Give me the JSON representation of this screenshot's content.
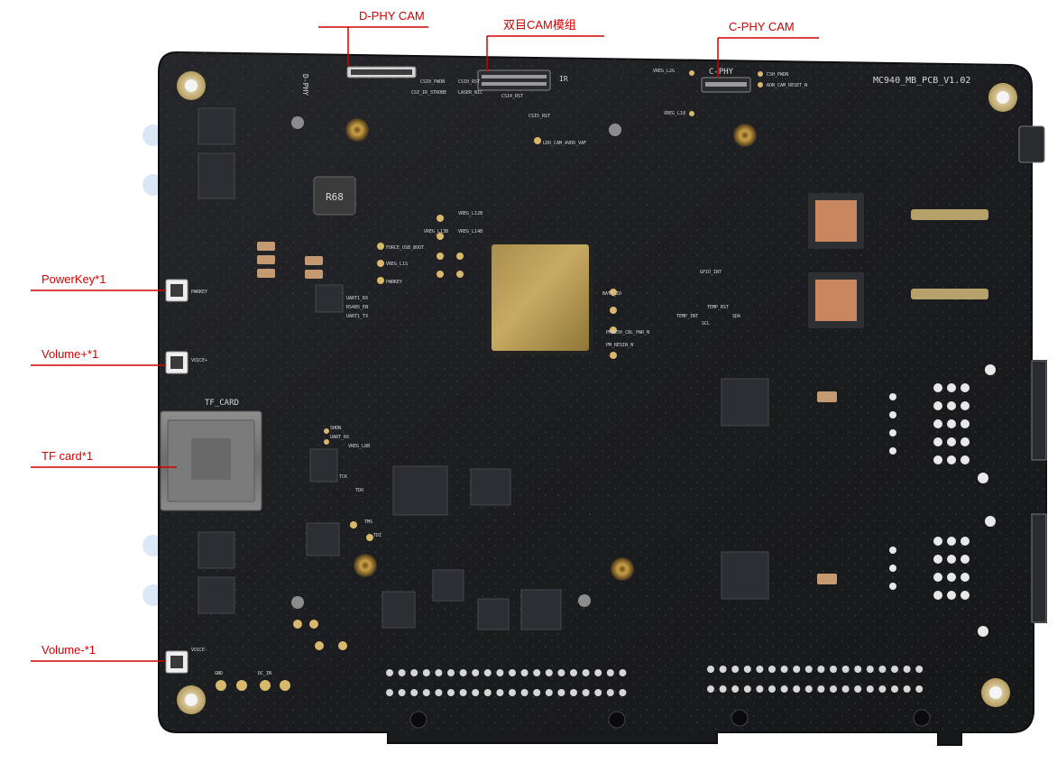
{
  "colors": {
    "background": "#ffffff",
    "board": "#1c1d20",
    "board_edge": "#0e0f11",
    "callout": "#d40000",
    "silkscreen": "#d9d9d9",
    "gold": "#c9a24a",
    "soc": "#b89a52"
  },
  "callouts": {
    "dphy_cam": "D-PHY CAM",
    "dual_cam_module": "双目CAM模组",
    "cphy_cam": "C-PHY CAM",
    "power_key": "PowerKey*1",
    "volume_up": "Volume+*1",
    "tf_card": "TF card*1",
    "volume_down": "Volume-*1"
  },
  "board_silkscreen": {
    "board_name": "MC940_MB_PCB_V1.02",
    "d_phy": "D-PHY",
    "c_phy": "C-PHY",
    "tf_card": "TF_CARD",
    "ir": "IR",
    "pwrkey": "PWRKEY",
    "voice_up": "VOICE+",
    "voice_down": "VOICE-",
    "csi0_pwdn": "CSI0_PWDN",
    "csi0_rst": "CSI0_RST",
    "csi_ir_strobe": "CSI_IR_STROBE",
    "laser_nic": "LASER_NIC",
    "csi4_rst": "CSI4_RST",
    "csi5_rst": "CSI5_RST",
    "csi_pwdn": "CSH_PWDN",
    "aon_cam_reset": "AON_CAM_RESET_N",
    "ldo_cam_avdd": "LDO_CAM_AVDD_VAF",
    "vreg_l2g": "VREG_L2G",
    "vreg_l18": "VREG_L18",
    "vreg_l12b": "VREG_L12B",
    "vreg_l13b": "VREG_L13B",
    "vreg_l14b": "VREG_L14B",
    "vreg_l1s": "VREG_L1S",
    "force_usb_boot": "FORCE_USB_BOOT",
    "pwrkey2": "PWRKEY",
    "uart1_rx": "UART1_RX",
    "rs485_en": "RS485_EN",
    "uart1_tx": "UART1_TX",
    "batt_id": "BATT_ID",
    "pm8550": "PM8550_CBL_PWR_N",
    "pm_resin": "PM_RESIN_N",
    "gpio_int": "GPIO_INT",
    "temp_rst": "TEMP_RST",
    "temp_int": "TEMP_INT",
    "sda": "SDA",
    "scl": "SCL",
    "shdn": "SHDN",
    "uart_rx": "UART_RX",
    "vreg_l8b": "VREG_L8B",
    "tck": "TCK",
    "tdo": "TDO",
    "tms": "TMS",
    "tdi": "TDI",
    "gnd": "GND",
    "dc_in": "DC_IN",
    "r68": "R68"
  }
}
